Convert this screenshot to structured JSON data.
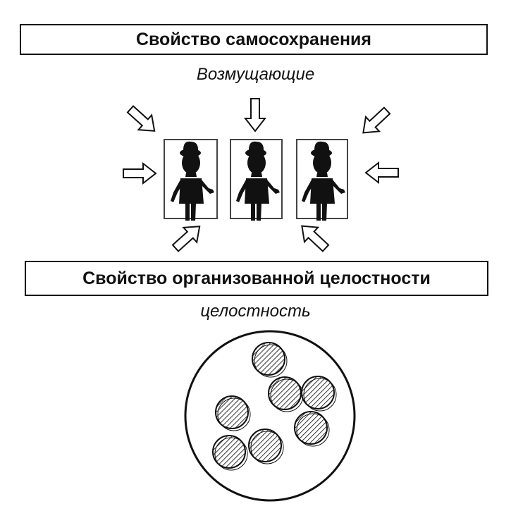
{
  "diagram": {
    "top_title": "Свойство самосохранения",
    "top_caption": "Возмущающие",
    "bottom_title": "Свойство организованной целостности",
    "bottom_caption": "целостность",
    "figure_count": 3,
    "inner_circle_count": 7,
    "colors": {
      "stroke": "#111111",
      "fill": "#ffffff",
      "hatch": "#333333"
    },
    "icons": [
      "arrow-icon",
      "person-silhouette-icon",
      "hatched-circle-icon"
    ]
  }
}
